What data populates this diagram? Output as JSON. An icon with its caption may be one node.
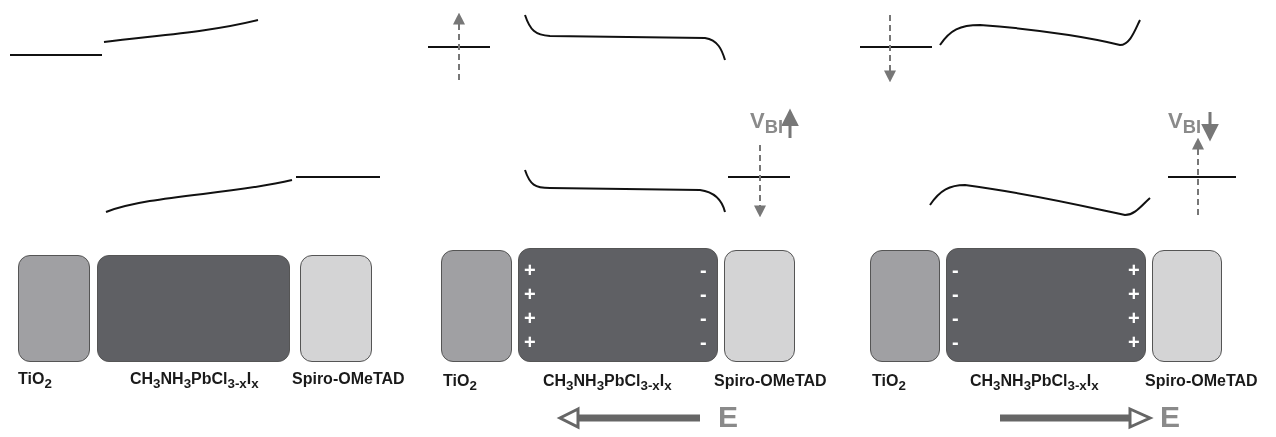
{
  "diagram": {
    "nodes": [
      {
        "text": [
          "TiO$_{2}$"
        ]
      },
      {
        "text": [
          "CH$_{3}$NH$_{3}$PbCl$_{3-x}$I$_{x}$"
        ]
      },
      {
        "text": [
          "Spiro-OMeTAD"
        ]
      },
      {
        "text": [
          "TiO$_{2}$"
        ]
      },
      {
        "text": [
          "+",
          "-",
          "+",
          "-",
          "+",
          "-",
          "+",
          "-",
          "CH$_{3}$NH$_{3}$PbCl$_{3-x}$I$_{x}$"
        ]
      },
      {
        "text": [
          "Spiro-OMeTAD"
        ]
      },
      {
        "text": [
          "TiO$_{2}$"
        ]
      },
      {
        "text": [
          "-",
          "+",
          "-",
          "+",
          "-",
          "+",
          "-",
          "+",
          "CH$_{3}$NH$_{3}$PbCl$_{3-x}$I$_{x}$"
        ]
      },
      {
        "text": [
          "Spiro-OMeTAD"
        ]
      }
    ],
    "edges": [],
    "labels": [
      "V$_{BI}$",
      "V$_{BI}$",
      "E",
      "E"
    ]
  }
}
